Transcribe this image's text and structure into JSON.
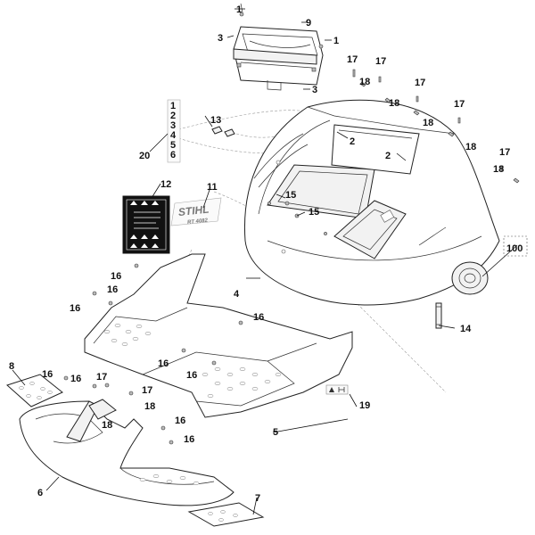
{
  "diagram": {
    "callouts": {
      "c1a": "1",
      "c1b": "1",
      "c2a": "2",
      "c2b": "2",
      "c3a": "3",
      "c3b": "3",
      "c4": "4",
      "c5": "5",
      "c6": "6",
      "c7": "7",
      "c8": "8",
      "c9": "9",
      "c11": "11",
      "c12": "12",
      "c13": "13",
      "c14": "14",
      "c15a": "15",
      "c15b": "15",
      "c16a": "16",
      "c16b": "16",
      "c16c": "16",
      "c16d": "16",
      "c16e": "16",
      "c16f": "16",
      "c16g": "16",
      "c16h": "16",
      "c16i": "16",
      "c16j": "16",
      "c17a": "17",
      "c17b": "17",
      "c17c": "17",
      "c17d": "17",
      "c17e": "17",
      "c17f": "17",
      "c18a": "18",
      "c18b": "18",
      "c18c": "18",
      "c18d": "18",
      "c18e": "18",
      "c18f": "18",
      "c18g": "18",
      "c19": "19",
      "c20": "20",
      "c100": "100"
    },
    "label_sheet_numbers": [
      "1",
      "2",
      "3",
      "4",
      "5",
      "6"
    ],
    "brand_logo": "STIHL",
    "model_text": "RT 4082"
  }
}
